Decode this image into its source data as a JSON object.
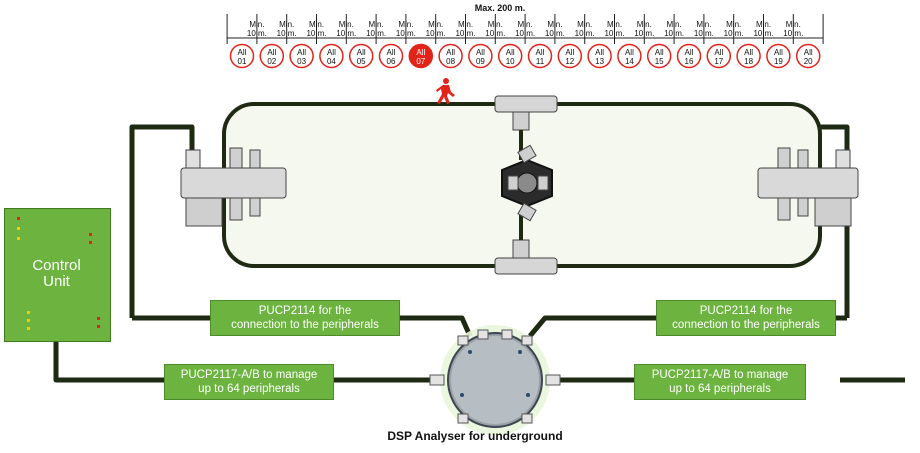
{
  "header": {
    "max_label": "Max. 200 m."
  },
  "segments": {
    "label_line1": "Min.",
    "label_line2": "10 m.",
    "count": 19
  },
  "alarms": {
    "items": [
      {
        "line1": "All",
        "line2": "01",
        "active": false
      },
      {
        "line1": "All",
        "line2": "02",
        "active": false
      },
      {
        "line1": "All",
        "line2": "03",
        "active": false
      },
      {
        "line1": "All",
        "line2": "04",
        "active": false
      },
      {
        "line1": "All",
        "line2": "05",
        "active": false
      },
      {
        "line1": "All",
        "line2": "06",
        "active": false
      },
      {
        "line1": "All",
        "line2": "07",
        "active": true
      },
      {
        "line1": "All",
        "line2": "08",
        "active": false
      },
      {
        "line1": "All",
        "line2": "09",
        "active": false
      },
      {
        "line1": "All",
        "line2": "10",
        "active": false
      },
      {
        "line1": "All",
        "line2": "11",
        "active": false
      },
      {
        "line1": "All",
        "line2": "12",
        "active": false
      },
      {
        "line1": "All",
        "line2": "13",
        "active": false
      },
      {
        "line1": "All",
        "line2": "14",
        "active": false
      },
      {
        "line1": "All",
        "line2": "15",
        "active": false
      },
      {
        "line1": "All",
        "line2": "16",
        "active": false
      },
      {
        "line1": "All",
        "line2": "17",
        "active": false
      },
      {
        "line1": "All",
        "line2": "18",
        "active": false
      },
      {
        "line1": "All",
        "line2": "19",
        "active": false
      },
      {
        "line1": "All",
        "line2": "20",
        "active": false
      }
    ]
  },
  "control_unit": {
    "label_line1": "Control",
    "label_line2": "Unit"
  },
  "boxes": {
    "left_top": {
      "line1": "PUCP2114 for the",
      "line2": "connection to the peripherals"
    },
    "right_top": {
      "line1": "PUCP2114 for the",
      "line2": "connection to the peripherals"
    },
    "left_bottom": {
      "line1": "PUCP2117-A/B to manage",
      "line2": "up to 64 peripherals"
    },
    "right_bottom": {
      "line1": "PUCP2117-A/B to manage",
      "line2": "up to 64 peripherals"
    }
  },
  "dsp": {
    "title": "DSP Analyser for underground"
  },
  "colors": {
    "green": "#6cb33f",
    "dark_cable": "#1e2a12",
    "alarm_red": "#e2231a",
    "fence_fill": "#f4f8ee"
  }
}
